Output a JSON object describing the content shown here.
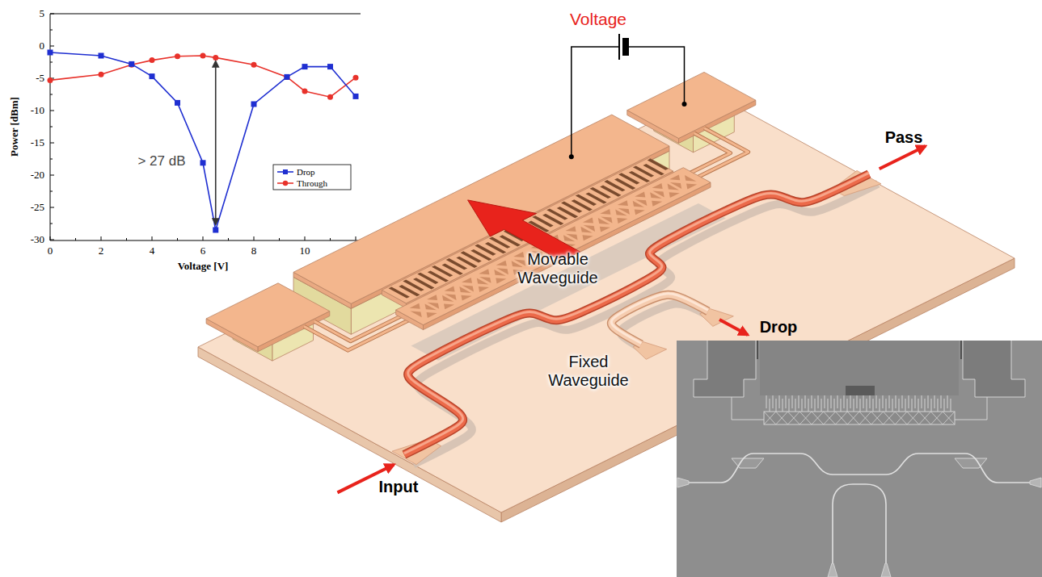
{
  "diagram": {
    "labels": [
      "5",
      "0",
      "-5",
      "-10",
      "-15",
      "-20",
      "-25",
      "-30",
      "0",
      "2",
      "4",
      "6",
      "8",
      "10",
      "Power [dBm]",
      "Voltage [V]",
      "> 27 dB",
      "Voltage",
      "Pass",
      "Movable Waveguide",
      "Drop",
      "Fixed Waveguide",
      "Input"
    ],
    "legend": [
      {
        "text": "Drop"
      },
      {
        "text": "Through"
      }
    ]
  }
}
